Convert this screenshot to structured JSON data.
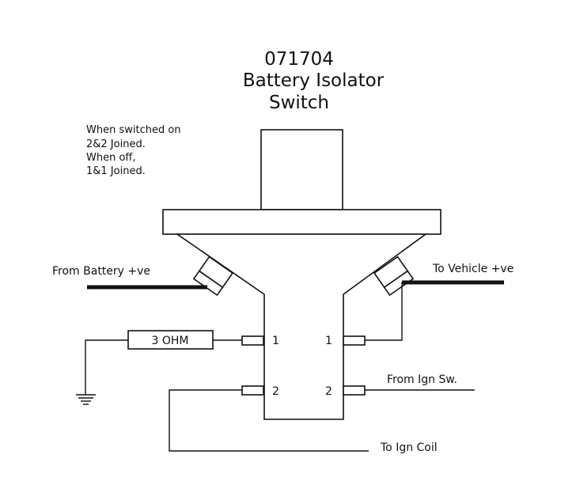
{
  "title": {
    "part_number": "071704",
    "line1": "Battery Isolator",
    "line2": "Switch"
  },
  "note": {
    "line1": "When switched on",
    "line2": "2&2 Joined.",
    "line3": "When off,",
    "line4": "1&1 Joined."
  },
  "labels": {
    "from_battery": "From Battery +ve",
    "to_vehicle": "To Vehicle +ve",
    "resistor": "3 OHM",
    "from_ign_sw": "From Ign Sw.",
    "to_ign_coil": "To Ign Coil"
  },
  "terminals": {
    "left_top": "1",
    "right_top": "1",
    "left_bottom": "2",
    "right_bottom": "2"
  }
}
